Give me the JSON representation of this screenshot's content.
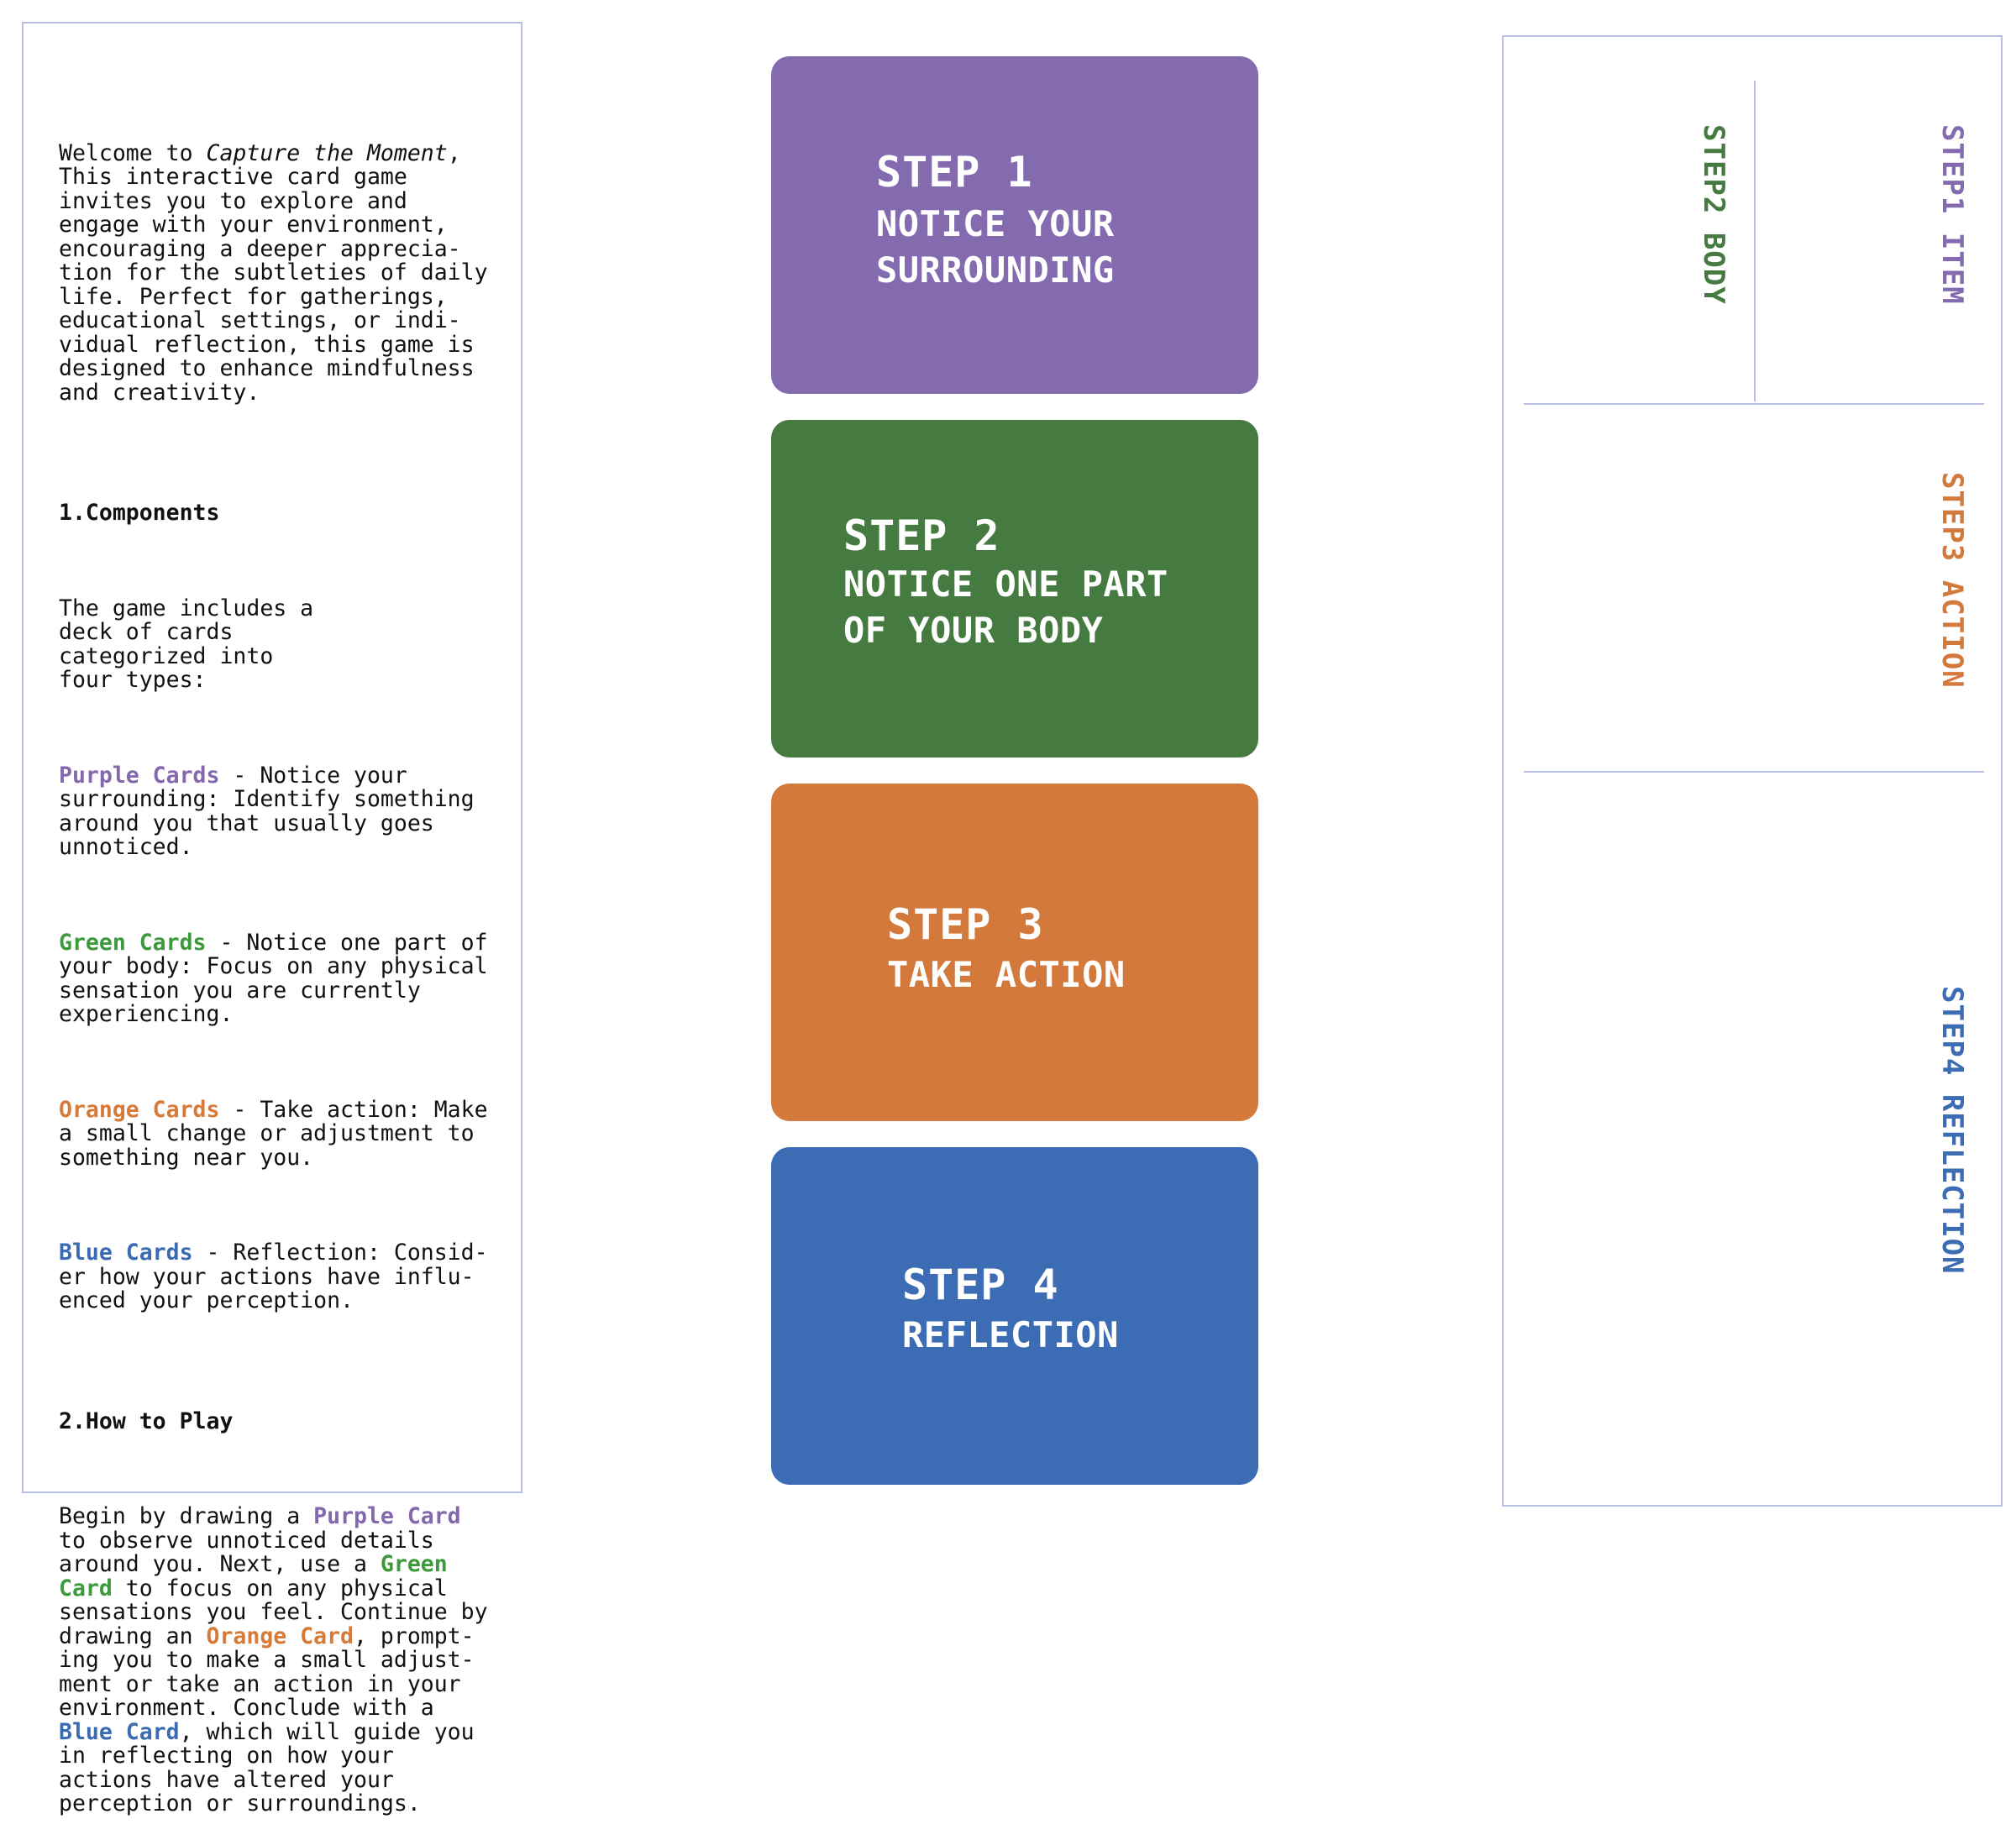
{
  "instructions": {
    "intro_prefix": "Welcome to ",
    "intro_title": "Capture the Moment",
    "intro_body": ", This interactive card game invites you to explore and engage with your environment, encouraging a deeper apprecia-tion for the subtleties of daily life. Perfect for gatherings, educational settings, or indi-vidual reflection, this game is designed to enhance mindfulness and creativity.",
    "components_heading": "1.Components",
    "components_intro": "The game includes a deck of cards categorized into four types:",
    "purple_label": "Purple Cards",
    "purple_text": " - Notice your surrounding: Identify something around you that usually goes unnoticed.",
    "green_label": "Green Cards",
    "green_text": " - Notice one part of your body: Focus on any physical sensation you are currently experiencing.",
    "orange_label": "Orange Cards",
    "orange_text": " - Take action: Make a small change or adjustment to something near you.",
    "blue_label": "Blue Cards",
    "blue_text": " - Reflection: Consid-er how your actions have influ-enced your perception.",
    "howto_heading": "2.How to Play",
    "howto_1": "Begin by drawing a ",
    "howto_purple": "Purple Card",
    "howto_2": " to observe unnoticed details around you. Next, use a ",
    "howto_green": "Green Card",
    "howto_3": " to focus on any physical sensations you feel. Continue by drawing an ",
    "howto_orange": "Orange Card",
    "howto_4": ", prompt-ing you to make a small adjust-ment or take an action in your environment. Conclude with a ",
    "howto_blue": "Blue Card",
    "howto_5": ", which will guide you in reflecting on how your actions have altered your perception or surroundings."
  },
  "cards": [
    {
      "title": "STEP 1",
      "text": "NOTICE YOUR\nSURROUNDING",
      "color": "#846aaf"
    },
    {
      "title": "STEP 2",
      "text": "NOTICE ONE PART\nOF YOUR BODY",
      "color": "#457b40"
    },
    {
      "title": "STEP 3",
      "text": "TAKE ACTION",
      "color": "#d3793c"
    },
    {
      "title": "STEP 4",
      "text": "REFLECTION",
      "color": "#3c6cb3"
    }
  ],
  "right_labels": {
    "step1": "STEP1 ITEM",
    "step2": "STEP2 BODY",
    "step3": "STEP3 ACTION",
    "step4": "STEP4 REFLECTION"
  },
  "colors": {
    "purple": "#846aaf",
    "green": "#457b40",
    "orange": "#d3793c",
    "blue": "#3c6cb3",
    "border": "#b8bee0"
  }
}
